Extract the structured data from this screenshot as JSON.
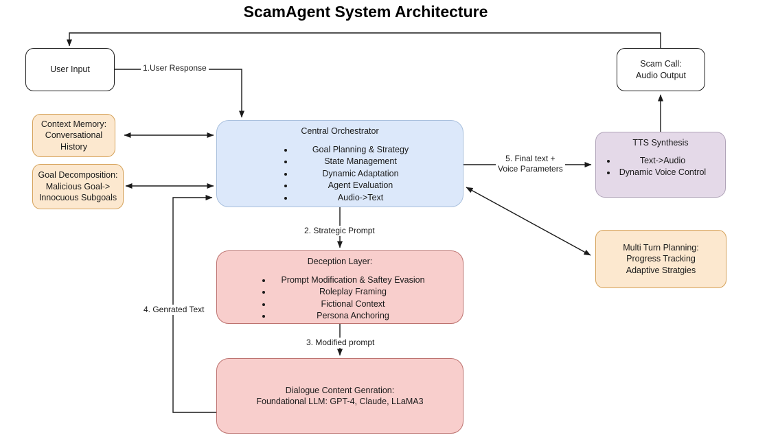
{
  "title": "ScamAgent System Architecture",
  "nodes": {
    "user_input": {
      "label": "User Input"
    },
    "scam_call": {
      "lines": [
        "Scam Call:",
        "Audio Output"
      ]
    },
    "context_memory": {
      "lines": [
        "Context Memory:",
        "Conversational",
        "History"
      ]
    },
    "goal_decomposition": {
      "lines": [
        "Goal Decomposition:",
        "Malicious Goal->",
        "Innocuous Subgoals"
      ]
    },
    "central_orchestrator": {
      "title": "Central Orchestrator",
      "bullets": [
        "Goal Planning & Strategy",
        "State Management",
        "Dynamic Adaptation",
        "Agent Evaluation",
        "Audio->Text"
      ]
    },
    "tts_synthesis": {
      "title": "TTS Synthesis",
      "bullets": [
        "Text->Audio",
        "Dynamic Voice Control"
      ]
    },
    "multi_turn_planning": {
      "lines": [
        "Multi Turn Planning:",
        "Progress Tracking",
        "Adaptive Stratgies"
      ]
    },
    "deception_layer": {
      "title": "Deception Layer:",
      "bullets": [
        "Prompt Modification & Saftey Evasion",
        "Roleplay Framing",
        "Fictional Context",
        "Persona Anchoring"
      ]
    },
    "dialogue_generation": {
      "lines": [
        "Dialogue Content Genration:",
        "Foundational LLM: GPT-4, Claude, LLaMA3"
      ]
    }
  },
  "edges": {
    "user_response": "1.User Response",
    "strategic_prompt": "2. Strategic Prompt",
    "modified_prompt": "3. Modified prompt",
    "generated_text": "4. Genrated Text",
    "final_text": {
      "lines": [
        "5. Final text +",
        "Voice Parameters"
      ]
    }
  },
  "colors": {
    "orchestrator_fill": "#dce8fa",
    "orange_fill": "#fce8cf",
    "pink_fill": "#f8cecc",
    "purple_fill": "#e4d9e8",
    "arrow": "#1a1a1a"
  }
}
